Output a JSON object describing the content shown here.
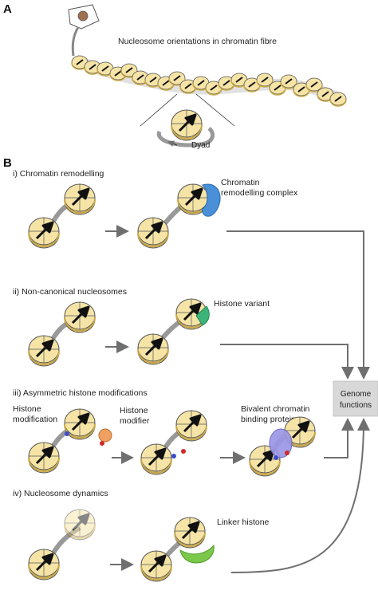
{
  "panel_a": {
    "letter": "A",
    "title": "Nucleosome orientations in chromatin fibre",
    "dyad_label": "Dyad"
  },
  "panel_b": {
    "letter": "B",
    "sections": [
      {
        "heading": "i) Chromatin remodelling",
        "labels": [
          "Chromatin",
          "remodelling complex"
        ]
      },
      {
        "heading": "ii) Non-canonical nucleosomes",
        "labels": [
          "Histone variant"
        ]
      },
      {
        "heading": "iii) Asymmetric histone modifications",
        "labels": [
          "Histone",
          "modification",
          "Histone",
          "modifier",
          "Bivalent chromatin",
          "binding protein"
        ]
      },
      {
        "heading": "iv) Nucleosome dynamics",
        "labels": [
          "Linker histone"
        ]
      }
    ],
    "outcome_box": [
      "Genome",
      "functions"
    ]
  },
  "colors": {
    "nucleosome_fill": "#f3df9c",
    "nucleosome_stripe": "#c9a84a",
    "dna": "#9a9a9a",
    "arrow": "#6f6f6f",
    "remodeller": "#4a90d9",
    "variant": "#3db37a",
    "modifier": "#f0a060",
    "bivalent": "#9b96e6",
    "linker_histone": "#7cc84a",
    "outcome_box": "#d8d8d8"
  }
}
